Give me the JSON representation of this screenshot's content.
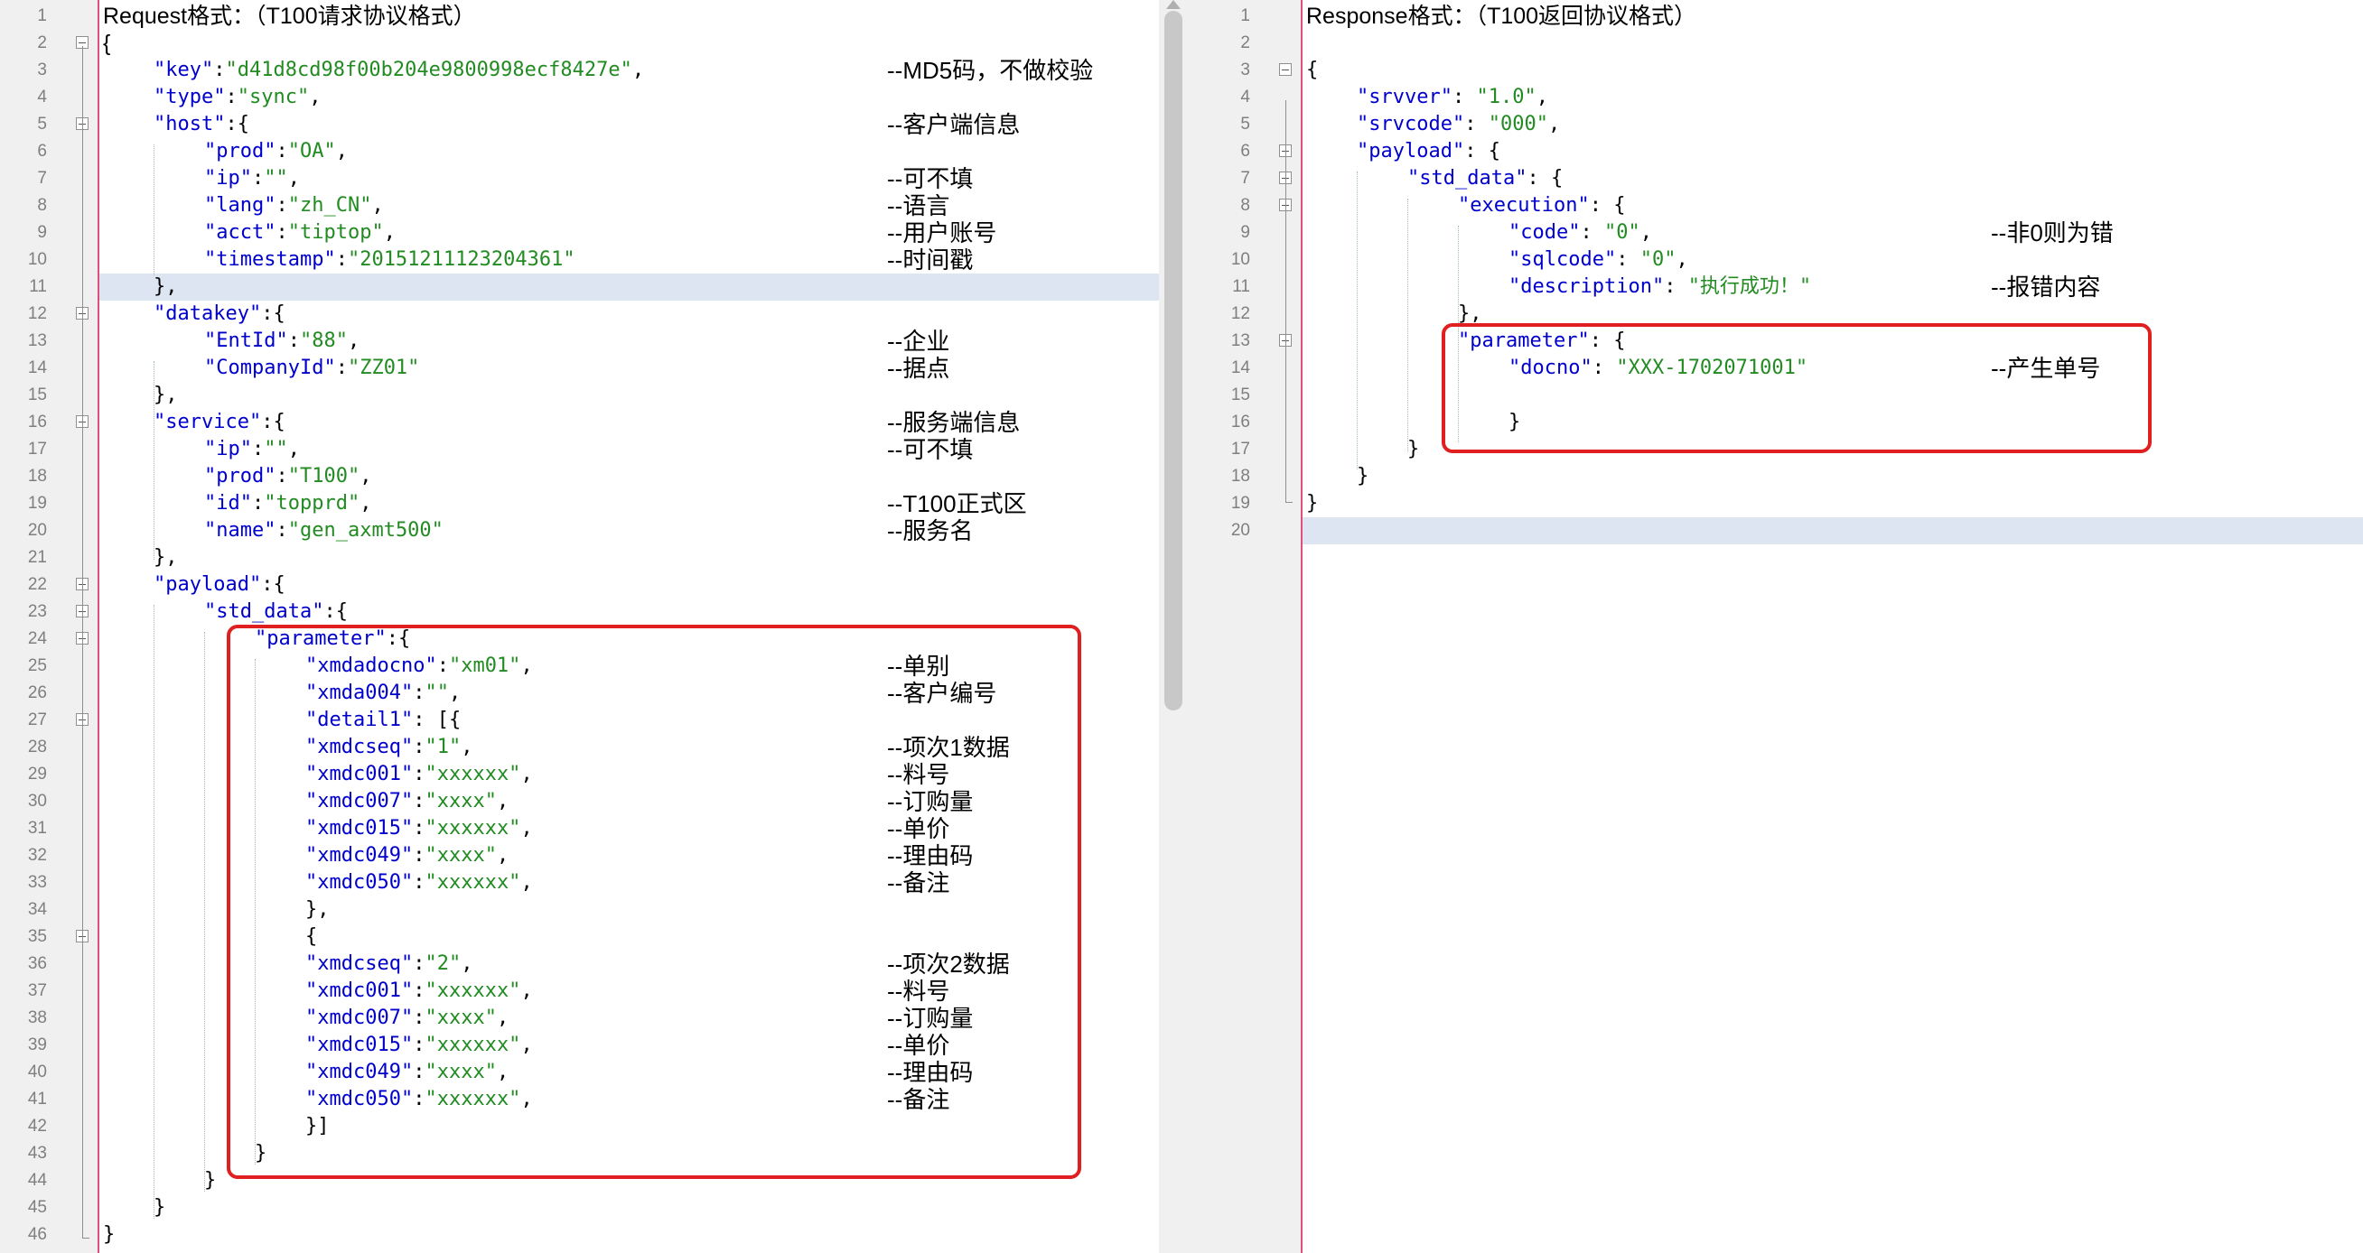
{
  "left": {
    "lines": [
      {
        "n": "1",
        "text": "Request格式：（T100请求协议格式）",
        "kind": "plain"
      },
      {
        "n": "2",
        "text": "{",
        "kind": "plain"
      },
      {
        "n": "3",
        "tokens": [
          [
            "k",
            "\"key\""
          ],
          [
            "p",
            ":"
          ],
          [
            "s",
            "\"d41d8cd98f00b204e9800998ecf8427e\""
          ],
          [
            "p",
            ","
          ]
        ],
        "indent": 1,
        "comment": "--MD5码，不做校验"
      },
      {
        "n": "4",
        "tokens": [
          [
            "k",
            "\"type\""
          ],
          [
            "p",
            ":"
          ],
          [
            "s",
            "\"sync\""
          ],
          [
            "p",
            ","
          ]
        ],
        "indent": 1
      },
      {
        "n": "5",
        "tokens": [
          [
            "k",
            "\"host\""
          ],
          [
            "p",
            ":{"
          ]
        ],
        "indent": 1,
        "comment": "--客户端信息"
      },
      {
        "n": "6",
        "tokens": [
          [
            "k",
            "\"prod\""
          ],
          [
            "p",
            ":"
          ],
          [
            "s",
            "\"OA\""
          ],
          [
            "p",
            ","
          ]
        ],
        "indent": 2
      },
      {
        "n": "7",
        "tokens": [
          [
            "k",
            "\"ip\""
          ],
          [
            "p",
            ":"
          ],
          [
            "s",
            "\"\""
          ],
          [
            "p",
            ","
          ]
        ],
        "indent": 2,
        "comment": "--可不填"
      },
      {
        "n": "8",
        "tokens": [
          [
            "k",
            "\"lang\""
          ],
          [
            "p",
            ":"
          ],
          [
            "s",
            "\"zh_CN\""
          ],
          [
            "p",
            ","
          ]
        ],
        "indent": 2,
        "comment": "--语言"
      },
      {
        "n": "9",
        "tokens": [
          [
            "k",
            "\"acct\""
          ],
          [
            "p",
            ":"
          ],
          [
            "s",
            "\"tiptop\""
          ],
          [
            "p",
            ","
          ]
        ],
        "indent": 2,
        "comment": "--用户账号"
      },
      {
        "n": "10",
        "tokens": [
          [
            "k",
            "\"timestamp\""
          ],
          [
            "p",
            ":"
          ],
          [
            "s",
            "\"20151211123204361\""
          ]
        ],
        "indent": 2,
        "comment": "--时间戳"
      },
      {
        "n": "11",
        "tokens": [
          [
            "p",
            "},"
          ]
        ],
        "indent": 1,
        "highlight": true
      },
      {
        "n": "12",
        "tokens": [
          [
            "k",
            "\"datakey\""
          ],
          [
            "p",
            ":{"
          ]
        ],
        "indent": 1
      },
      {
        "n": "13",
        "tokens": [
          [
            "k",
            "\"EntId\""
          ],
          [
            "p",
            ":"
          ],
          [
            "s",
            "\"88\""
          ],
          [
            "p",
            ","
          ]
        ],
        "indent": 2,
        "comment": "--企业"
      },
      {
        "n": "14",
        "tokens": [
          [
            "k",
            "\"CompanyId\""
          ],
          [
            "p",
            ":"
          ],
          [
            "s",
            "\"ZZ01\""
          ]
        ],
        "indent": 2,
        "comment": "--据点"
      },
      {
        "n": "15",
        "tokens": [
          [
            "p",
            "},"
          ]
        ],
        "indent": 1
      },
      {
        "n": "16",
        "tokens": [
          [
            "k",
            "\"service\""
          ],
          [
            "p",
            ":{"
          ]
        ],
        "indent": 1,
        "comment": "--服务端信息"
      },
      {
        "n": "17",
        "tokens": [
          [
            "k",
            "\"ip\""
          ],
          [
            "p",
            ":"
          ],
          [
            "s",
            "\"\""
          ],
          [
            "p",
            ","
          ]
        ],
        "indent": 2,
        "comment": "--可不填"
      },
      {
        "n": "18",
        "tokens": [
          [
            "k",
            "\"prod\""
          ],
          [
            "p",
            ":"
          ],
          [
            "s",
            "\"T100\""
          ],
          [
            "p",
            ","
          ]
        ],
        "indent": 2
      },
      {
        "n": "19",
        "tokens": [
          [
            "k",
            "\"id\""
          ],
          [
            "p",
            ":"
          ],
          [
            "s",
            "\"topprd\""
          ],
          [
            "p",
            ","
          ]
        ],
        "indent": 2,
        "comment": "--T100正式区"
      },
      {
        "n": "20",
        "tokens": [
          [
            "k",
            "\"name\""
          ],
          [
            "p",
            ":"
          ],
          [
            "s",
            "\"gen_axmt500\""
          ]
        ],
        "indent": 2,
        "comment": "--服务名"
      },
      {
        "n": "21",
        "tokens": [
          [
            "p",
            "},"
          ]
        ],
        "indent": 1
      },
      {
        "n": "22",
        "tokens": [
          [
            "k",
            "\"payload\""
          ],
          [
            "p",
            ":{"
          ]
        ],
        "indent": 1
      },
      {
        "n": "23",
        "tokens": [
          [
            "k",
            "\"std_data\""
          ],
          [
            "p",
            ":{"
          ]
        ],
        "indent": 2
      },
      {
        "n": "24",
        "tokens": [
          [
            "k",
            "\"parameter\""
          ],
          [
            "p",
            ":{"
          ]
        ],
        "indent": 3
      },
      {
        "n": "25",
        "tokens": [
          [
            "k",
            "\"xmdadocno\""
          ],
          [
            "p",
            ":"
          ],
          [
            "s",
            "\"xm01\""
          ],
          [
            "p",
            ","
          ]
        ],
        "indent": 4,
        "comment": "--单别"
      },
      {
        "n": "26",
        "tokens": [
          [
            "k",
            "\"xmda004\""
          ],
          [
            "p",
            ":"
          ],
          [
            "s",
            "\"\""
          ],
          [
            "p",
            ","
          ]
        ],
        "indent": 4,
        "comment": "--客户编号"
      },
      {
        "n": "27",
        "tokens": [
          [
            "k",
            "\"detail1\""
          ],
          [
            "p",
            ": [{"
          ]
        ],
        "indent": 4
      },
      {
        "n": "28",
        "tokens": [
          [
            "k",
            "\"xmdcseq\""
          ],
          [
            "p",
            ":"
          ],
          [
            "s",
            "\"1\""
          ],
          [
            "p",
            ","
          ]
        ],
        "indent": 4,
        "comment": "--项次1数据"
      },
      {
        "n": "29",
        "tokens": [
          [
            "k",
            "\"xmdc001\""
          ],
          [
            "p",
            ":"
          ],
          [
            "s",
            "\"xxxxxx\""
          ],
          [
            "p",
            ","
          ]
        ],
        "indent": 4,
        "comment": "--料号"
      },
      {
        "n": "30",
        "tokens": [
          [
            "k",
            "\"xmdc007\""
          ],
          [
            "p",
            ":"
          ],
          [
            "s",
            "\"xxxx\""
          ],
          [
            "p",
            ","
          ]
        ],
        "indent": 4,
        "comment": "--订购量"
      },
      {
        "n": "31",
        "tokens": [
          [
            "k",
            "\"xmdc015\""
          ],
          [
            "p",
            ":"
          ],
          [
            "s",
            "\"xxxxxx\""
          ],
          [
            "p",
            ","
          ]
        ],
        "indent": 4,
        "comment": "--单价"
      },
      {
        "n": "32",
        "tokens": [
          [
            "k",
            "\"xmdc049\""
          ],
          [
            "p",
            ":"
          ],
          [
            "s",
            "\"xxxx\""
          ],
          [
            "p",
            ","
          ]
        ],
        "indent": 4,
        "comment": "--理由码"
      },
      {
        "n": "33",
        "tokens": [
          [
            "k",
            "\"xmdc050\""
          ],
          [
            "p",
            ":"
          ],
          [
            "s",
            "\"xxxxxx\""
          ],
          [
            "p",
            ","
          ]
        ],
        "indent": 4,
        "comment": "--备注"
      },
      {
        "n": "34",
        "tokens": [
          [
            "p",
            "},"
          ]
        ],
        "indent": 4
      },
      {
        "n": "35",
        "tokens": [
          [
            "p",
            "{"
          ]
        ],
        "indent": 4
      },
      {
        "n": "36",
        "tokens": [
          [
            "k",
            "\"xmdcseq\""
          ],
          [
            "p",
            ":"
          ],
          [
            "s",
            "\"2\""
          ],
          [
            "p",
            ","
          ]
        ],
        "indent": 4,
        "comment": "--项次2数据"
      },
      {
        "n": "37",
        "tokens": [
          [
            "k",
            "\"xmdc001\""
          ],
          [
            "p",
            ":"
          ],
          [
            "s",
            "\"xxxxxx\""
          ],
          [
            "p",
            ","
          ]
        ],
        "indent": 4,
        "comment": "--料号"
      },
      {
        "n": "38",
        "tokens": [
          [
            "k",
            "\"xmdc007\""
          ],
          [
            "p",
            ":"
          ],
          [
            "s",
            "\"xxxx\""
          ],
          [
            "p",
            ","
          ]
        ],
        "indent": 4,
        "comment": "--订购量"
      },
      {
        "n": "39",
        "tokens": [
          [
            "k",
            "\"xmdc015\""
          ],
          [
            "p",
            ":"
          ],
          [
            "s",
            "\"xxxxxx\""
          ],
          [
            "p",
            ","
          ]
        ],
        "indent": 4,
        "comment": "--单价"
      },
      {
        "n": "40",
        "tokens": [
          [
            "k",
            "\"xmdc049\""
          ],
          [
            "p",
            ":"
          ],
          [
            "s",
            "\"xxxx\""
          ],
          [
            "p",
            ","
          ]
        ],
        "indent": 4,
        "comment": "--理由码"
      },
      {
        "n": "41",
        "tokens": [
          [
            "k",
            "\"xmdc050\""
          ],
          [
            "p",
            ":"
          ],
          [
            "s",
            "\"xxxxxx\""
          ],
          [
            "p",
            ","
          ]
        ],
        "indent": 4,
        "comment": "--备注"
      },
      {
        "n": "42",
        "tokens": [
          [
            "p",
            "}]"
          ]
        ],
        "indent": 4
      },
      {
        "n": "43",
        "tokens": [
          [
            "p",
            "}"
          ]
        ],
        "indent": 3
      },
      {
        "n": "44",
        "tokens": [
          [
            "p",
            "}"
          ]
        ],
        "indent": 2
      },
      {
        "n": "45",
        "tokens": [
          [
            "p",
            "}"
          ]
        ],
        "indent": 1
      },
      {
        "n": "46",
        "tokens": [
          [
            "p",
            "}"
          ]
        ],
        "indent": 0
      }
    ]
  },
  "right": {
    "lines": [
      {
        "n": "1",
        "text": "Response格式：（T100返回协议格式）",
        "kind": "plain"
      },
      {
        "n": "2",
        "tokens": [],
        "indent": 0
      },
      {
        "n": "3",
        "tokens": [
          [
            "p",
            "{"
          ]
        ],
        "indent": 0
      },
      {
        "n": "4",
        "tokens": [
          [
            "k",
            "\"srvver\""
          ],
          [
            "p",
            ": "
          ],
          [
            "s",
            "\"1.0\""
          ],
          [
            "p",
            ","
          ]
        ],
        "indent": 1
      },
      {
        "n": "5",
        "tokens": [
          [
            "k",
            "\"srvcode\""
          ],
          [
            "p",
            ": "
          ],
          [
            "s",
            "\"000\""
          ],
          [
            "p",
            ","
          ]
        ],
        "indent": 1
      },
      {
        "n": "6",
        "tokens": [
          [
            "k",
            "\"payload\""
          ],
          [
            "p",
            ": {"
          ]
        ],
        "indent": 1
      },
      {
        "n": "7",
        "tokens": [
          [
            "k",
            "\"std_data\""
          ],
          [
            "p",
            ": {"
          ]
        ],
        "indent": 2
      },
      {
        "n": "8",
        "tokens": [
          [
            "k",
            "\"execution\""
          ],
          [
            "p",
            ": {"
          ]
        ],
        "indent": 3
      },
      {
        "n": "9",
        "tokens": [
          [
            "k",
            "\"code\""
          ],
          [
            "p",
            ": "
          ],
          [
            "s",
            "\"0\""
          ],
          [
            "p",
            ","
          ]
        ],
        "indent": 4,
        "comment": "--非0则为错"
      },
      {
        "n": "10",
        "tokens": [
          [
            "k",
            "\"sqlcode\""
          ],
          [
            "p",
            ": "
          ],
          [
            "s",
            "\"0\""
          ],
          [
            "p",
            ","
          ]
        ],
        "indent": 4
      },
      {
        "n": "11",
        "tokens": [
          [
            "k",
            "\"description\""
          ],
          [
            "p",
            ": "
          ],
          [
            "s",
            "\"执行成功！\""
          ]
        ],
        "indent": 4,
        "comment": "--报错内容"
      },
      {
        "n": "12",
        "tokens": [
          [
            "p",
            "},"
          ]
        ],
        "indent": 3
      },
      {
        "n": "13",
        "tokens": [
          [
            "k",
            "\"parameter\""
          ],
          [
            "p",
            ": {"
          ]
        ],
        "indent": 3
      },
      {
        "n": "14",
        "tokens": [
          [
            "k",
            "\"docno\""
          ],
          [
            "p",
            ": "
          ],
          [
            "s",
            "\"XXX-1702071001\""
          ]
        ],
        "indent": 4,
        "comment": "--产生单号"
      },
      {
        "n": "15",
        "tokens": [],
        "indent": 0
      },
      {
        "n": "16",
        "tokens": [
          [
            "p",
            "}"
          ]
        ],
        "indent": 4
      },
      {
        "n": "17",
        "tokens": [
          [
            "p",
            "}"
          ]
        ],
        "indent": 2
      },
      {
        "n": "18",
        "tokens": [
          [
            "p",
            "}"
          ]
        ],
        "indent": 1
      },
      {
        "n": "19",
        "tokens": [
          [
            "p",
            "}"
          ]
        ],
        "indent": 0
      },
      {
        "n": "20",
        "tokens": [],
        "indent": 0,
        "highlight": true
      }
    ]
  },
  "colors": {
    "key": "#0000cc",
    "string": "#228b22",
    "highlight_box": "#e02020",
    "current_line": "#dde5f3"
  }
}
